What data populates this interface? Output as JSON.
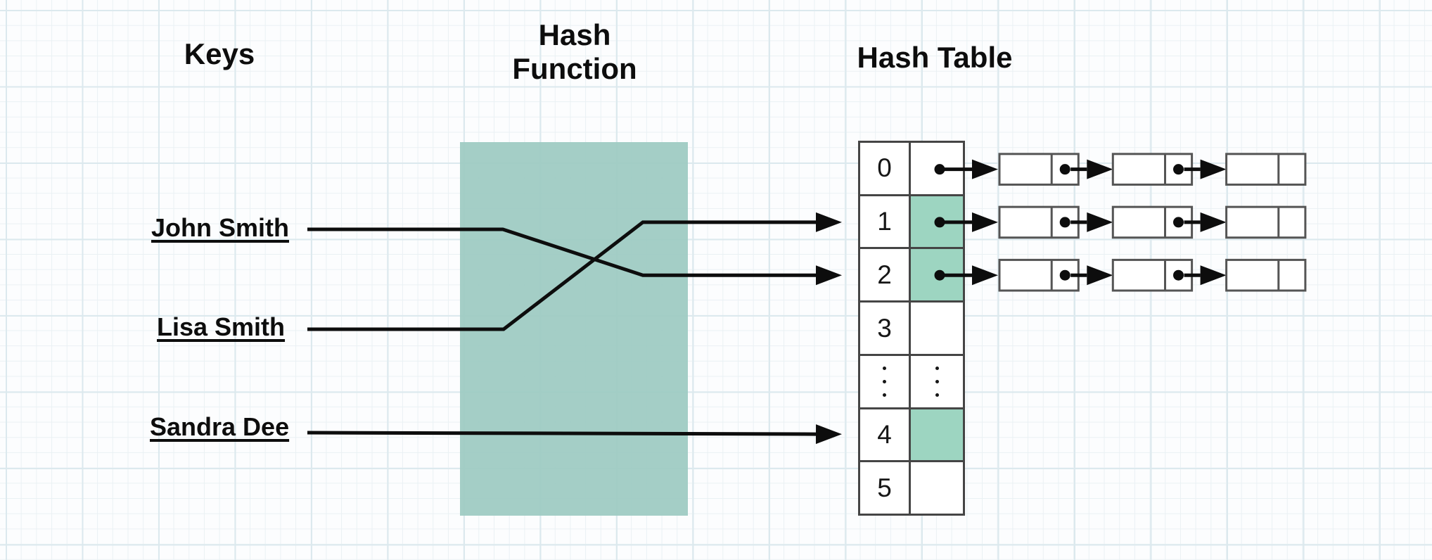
{
  "diagram": {
    "headers": {
      "keys": "Keys",
      "hash_function_line1": "Hash",
      "hash_function_line2": "Function",
      "hash_table": "Hash Table"
    },
    "keys": [
      {
        "label": "John Smith",
        "maps_to_bucket": "2"
      },
      {
        "label": "Lisa Smith",
        "maps_to_bucket": "1"
      },
      {
        "label": "Sandra Dee",
        "maps_to_bucket": "4"
      }
    ],
    "hash_table": {
      "buckets": [
        {
          "index": "0",
          "ellipsis": false,
          "highlighted": false,
          "chain_nodes": 3
        },
        {
          "index": "1",
          "ellipsis": false,
          "highlighted": true,
          "chain_nodes": 3
        },
        {
          "index": "2",
          "ellipsis": false,
          "highlighted": true,
          "chain_nodes": 3
        },
        {
          "index": "3",
          "ellipsis": false,
          "highlighted": false,
          "chain_nodes": 0
        },
        {
          "index": "⋮",
          "ellipsis": true,
          "highlighted": false,
          "chain_nodes": 0
        },
        {
          "index": "4",
          "ellipsis": false,
          "highlighted": true,
          "chain_nodes": 0
        },
        {
          "index": "5",
          "ellipsis": false,
          "highlighted": false,
          "chain_nodes": 0
        }
      ]
    },
    "colors": {
      "hash_function_fill": "#9ccac1",
      "bucket_highlight": "#9dd5c1",
      "line": "#0d0d0d",
      "table_border": "#454545",
      "node_border": "#555555"
    }
  }
}
